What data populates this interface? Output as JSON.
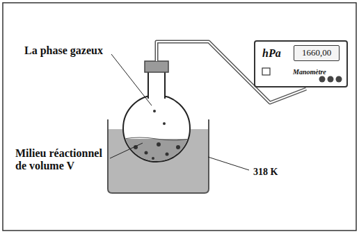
{
  "diagram": {
    "nodes": [
      {
        "text": [
          "hPa",
          "Manomètre"
        ]
      },
      {
        "text": [
          "1660,00"
        ],
        "in": 0
      }
    ],
    "labels": [
      "La phase gazeux",
      "Milieu réactionnel de volume V",
      "318 K"
    ]
  }
}
